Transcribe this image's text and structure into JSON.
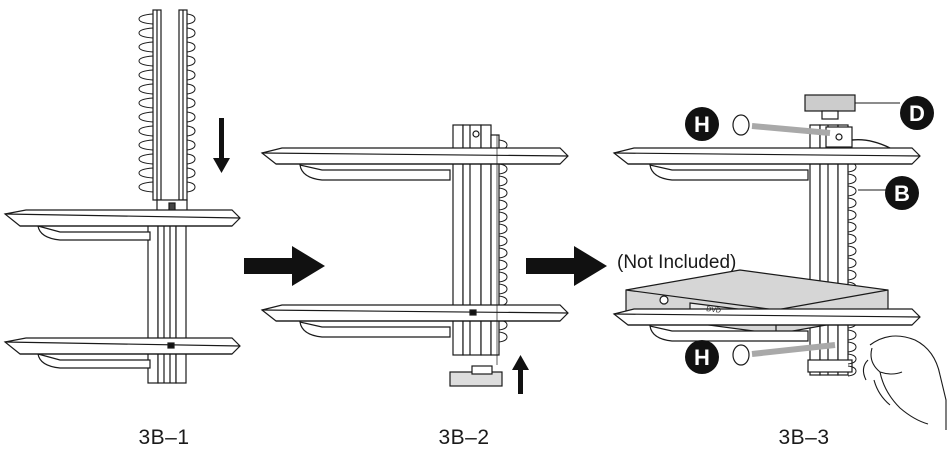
{
  "steps": [
    {
      "caption": "3B–1"
    },
    {
      "caption": "3B–2"
    },
    {
      "caption": "3B–3"
    }
  ],
  "callouts": {
    "h_top": "H",
    "h_bottom": "H",
    "d": "D",
    "b": "B"
  },
  "note": "(Not Included)",
  "device_label": "DVD",
  "colors": {
    "line": "#1a1a1a",
    "arrow": "#111111",
    "leader": "#a9a9a9",
    "callout_bg": "#111111",
    "callout_fg": "#ffffff"
  }
}
